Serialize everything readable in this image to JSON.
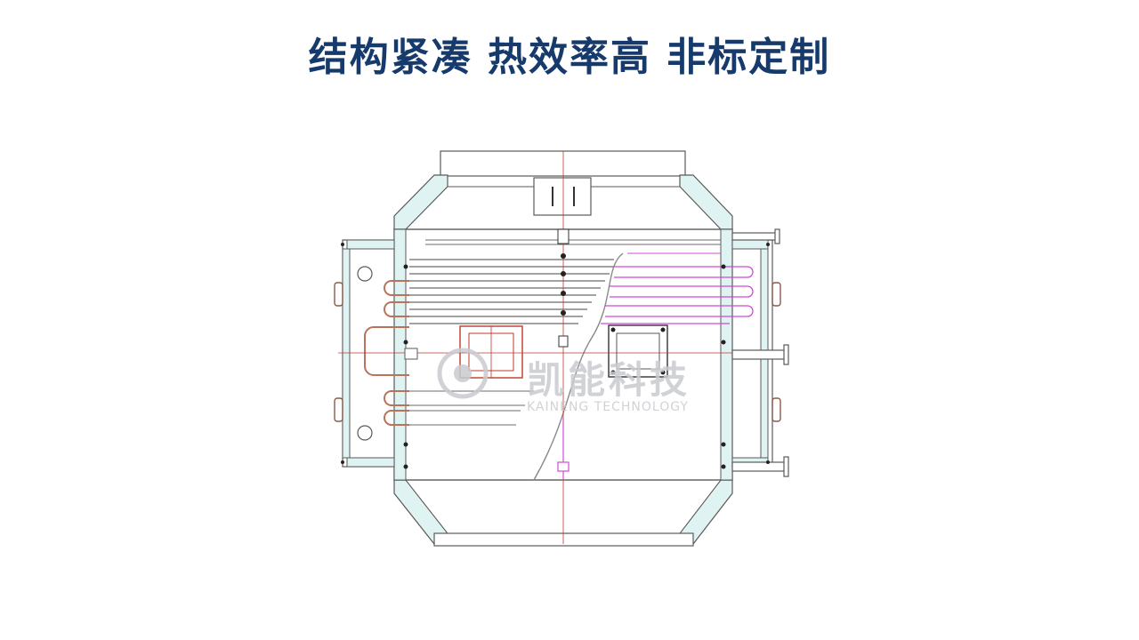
{
  "headline": "结构紧凑 热效率高 非标定制",
  "watermark": {
    "cn": "凯能科技",
    "en": "KAINENG TECHNOLOGY"
  },
  "colors": {
    "headline": "#163a6b",
    "line": "#5a5a5a",
    "insulation": "#dff3f3",
    "red": "#c0392b",
    "magenta": "#d04ad8",
    "copper": "#b8735a",
    "watermark": "#c9cbd0"
  }
}
